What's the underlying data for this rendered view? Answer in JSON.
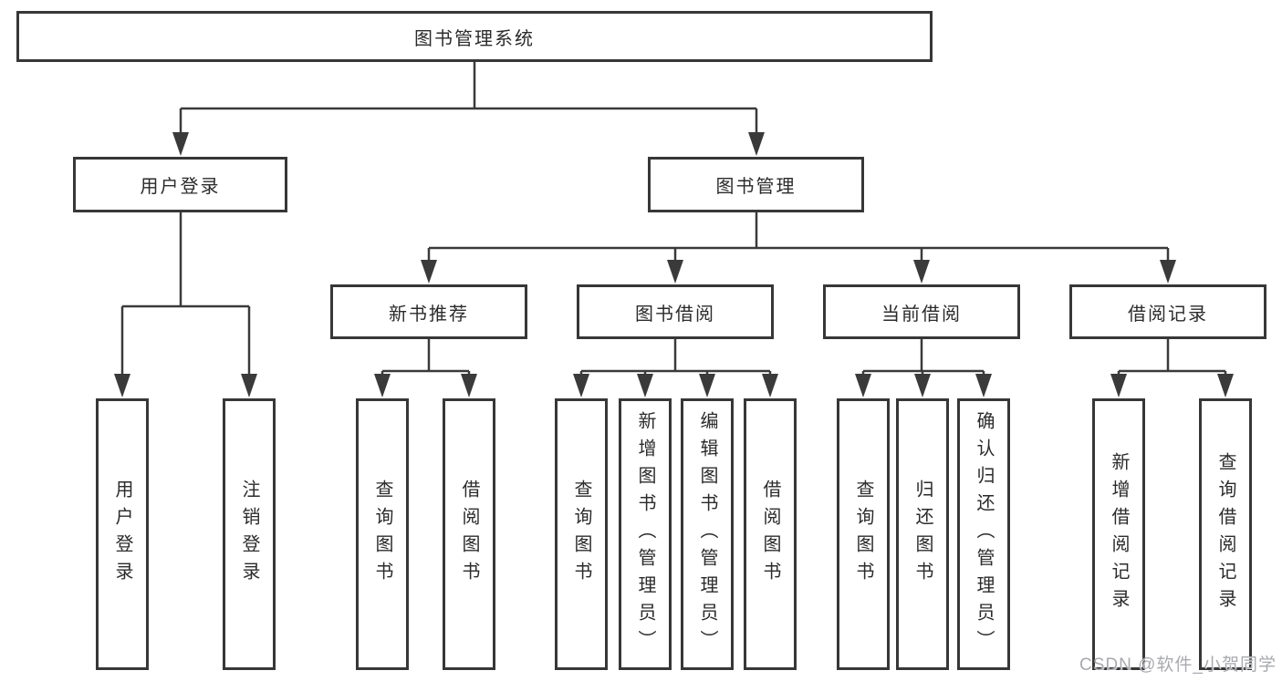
{
  "diagram": {
    "root": {
      "label": "图书管理系统"
    },
    "level2": {
      "user_login": {
        "label": "用户登录"
      },
      "book_mgmt": {
        "label": "图书管理"
      }
    },
    "level3": {
      "new_book_rec": {
        "label": "新书推荐"
      },
      "book_borrow": {
        "label": "图书借阅"
      },
      "current_borrow": {
        "label": "当前借阅"
      },
      "borrow_records": {
        "label": "借阅记录"
      }
    },
    "leaves": {
      "user_login": {
        "label": "用户登录"
      },
      "logout": {
        "label": "注销登录"
      },
      "nbr_query_books": {
        "label": "查询图书"
      },
      "nbr_borrow_books": {
        "label": "借阅图书"
      },
      "bb_query_books": {
        "label": "查询图书"
      },
      "bb_add_books_admin": {
        "label": "新增图书（管理员）"
      },
      "bb_edit_books_admin": {
        "label": "编辑图书（管理员）"
      },
      "bb_borrow_books": {
        "label": "借阅图书"
      },
      "cb_query_books": {
        "label": "查询图书"
      },
      "cb_return_books": {
        "label": "归还图书"
      },
      "cb_confirm_return_admin": {
        "label": "确认归还（管理员）"
      },
      "br_add_record": {
        "label": "新增借阅记录"
      },
      "br_query_record": {
        "label": "查询借阅记录"
      }
    }
  },
  "watermark": {
    "text": "CSDN @软件_小贺同学"
  },
  "colors": {
    "background": "#ffffff",
    "line": "#3a3a3a",
    "box_border": "#373737",
    "text": "#2b2b2b",
    "watermark": "#a9aaae"
  }
}
